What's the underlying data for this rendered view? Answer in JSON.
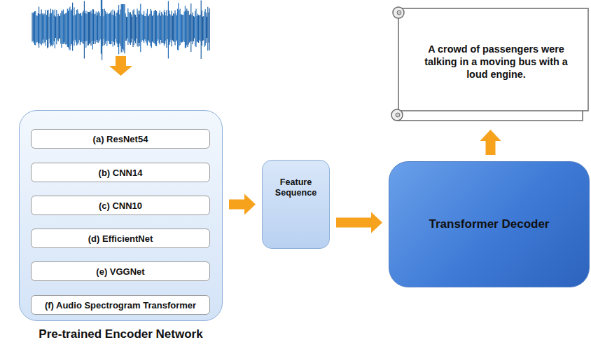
{
  "diagram": {
    "nodes": [
      {
        "text": [
          "Pre-trained Encoder Network"
        ]
      },
      {
        "text": [
          "(a) ResNet54"
        ],
        "in": 0
      },
      {
        "text": [
          "(b) CNN14"
        ],
        "in": 0
      },
      {
        "text": [
          "(c) CNN10"
        ],
        "in": 0
      },
      {
        "text": [
          "(d) EfficientNet"
        ],
        "in": 0
      },
      {
        "text": [
          "(e) VGGNet"
        ],
        "in": 0
      },
      {
        "text": [
          "(f) Audio Spectrogram Transformer"
        ],
        "in": 0
      },
      {
        "text": [
          "Feature Sequence"
        ]
      },
      {
        "text": [
          "Transformer Decoder"
        ]
      },
      {
        "text": [
          "A crowd of passengers were talking in a moving bus with a loud engine."
        ]
      }
    ],
    "edges": [
      {
        "from": 0,
        "to": 7,
        "arrow": "to"
      },
      {
        "from": 7,
        "to": 8,
        "arrow": "to"
      },
      {
        "from": 8,
        "to": 9,
        "arrow": "to"
      }
    ]
  }
}
